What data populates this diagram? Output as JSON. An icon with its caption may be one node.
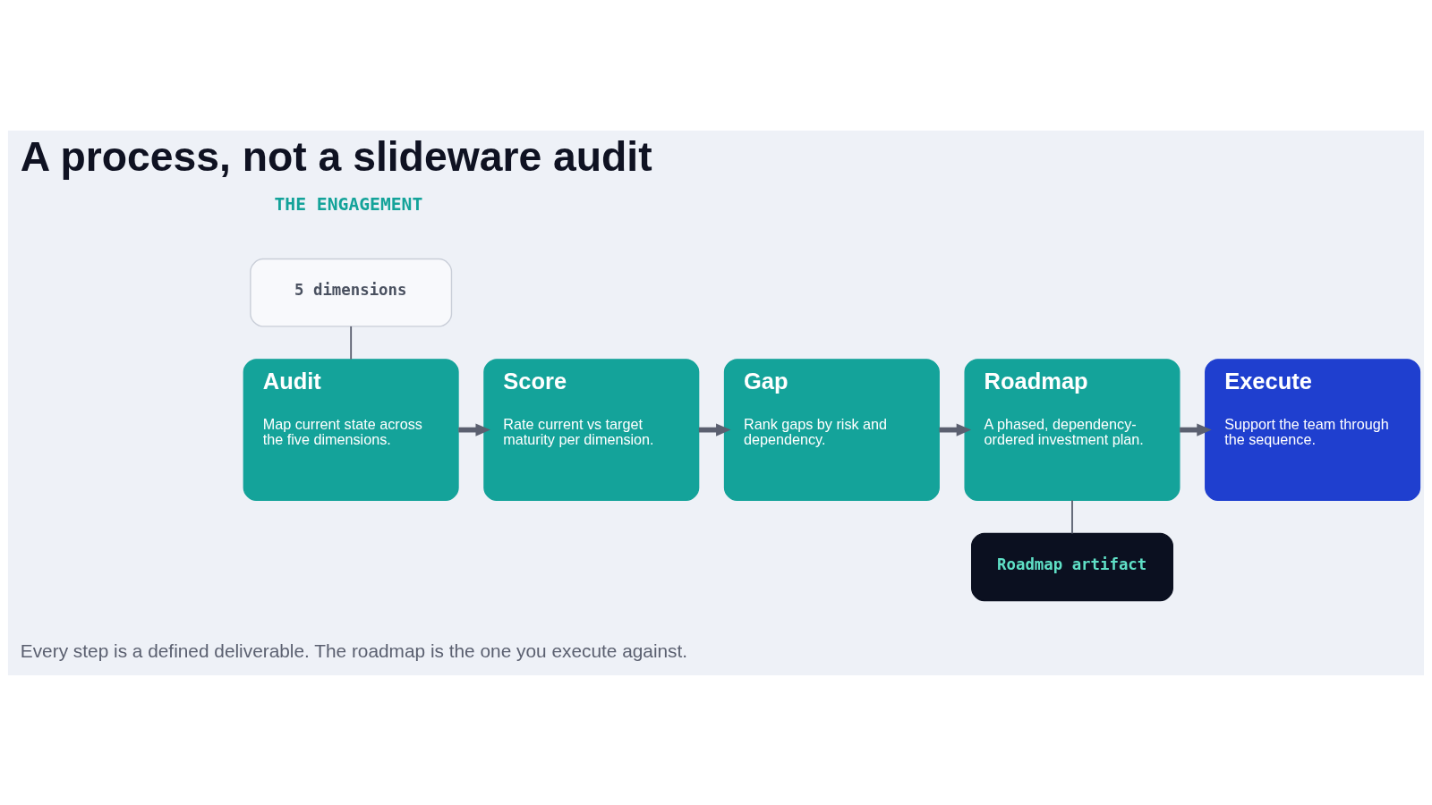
{
  "diagram": {
    "title": "A process, not a slideware audit",
    "caption": "Every step is a defined deliverable. The roadmap is the one you execute against.",
    "nodes": [
      {
        "text": [
          "5 dimensions"
        ]
      },
      {
        "text": [
          "Audit",
          "Map current state across the five dimensions."
        ]
      },
      {
        "text": [
          "Score",
          "Rate current vs target maturity per dimension."
        ]
      },
      {
        "text": [
          "Gap",
          "Rank gaps by risk and dependency."
        ]
      },
      {
        "text": [
          "Roadmap",
          "A phased, dependency-ordered investment plan."
        ]
      },
      {
        "text": [
          "Execute",
          "Support the team through the sequence."
        ]
      },
      {
        "text": [
          "Roadmap artifact"
        ]
      }
    ],
    "edges": [
      {
        "from": 0,
        "to": 1,
        "arrow": "none"
      },
      {
        "from": 1,
        "to": 2,
        "arrow": "to"
      },
      {
        "from": 2,
        "to": 3,
        "arrow": "to"
      },
      {
        "from": 3,
        "to": 4,
        "arrow": "to"
      },
      {
        "from": 4,
        "to": 5,
        "arrow": "to"
      },
      {
        "from": 4,
        "to": 6,
        "arrow": "none"
      }
    ],
    "labels": [
      "THE ENGAGEMENT"
    ]
  }
}
